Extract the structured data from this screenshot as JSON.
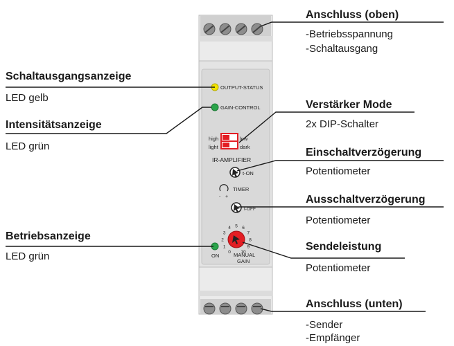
{
  "colors": {
    "led_yellow": "#f2e300",
    "led_green": "#2aa44a",
    "switch_red": "#e31e24",
    "pot_red": "#e31e24",
    "device_body": "#e8e8e8",
    "panel": "#d6d6d6"
  },
  "labels": {
    "anschluss_oben": {
      "title": "Anschluss (oben)",
      "lines": [
        "-Betriebsspannung",
        "-Schaltausgang"
      ]
    },
    "schaltausgang": {
      "title": "Schaltausgangsanzeige",
      "desc": "LED gelb"
    },
    "intensitaet": {
      "title": "Intensitätsanzeige",
      "desc": "LED grün"
    },
    "verstaerker": {
      "title": "Verstärker Mode",
      "desc": "2x DIP-Schalter"
    },
    "einschalt": {
      "title": "Einschaltverzögerung",
      "desc": "Potentiometer"
    },
    "ausschalt": {
      "title": "Ausschaltverzögerung",
      "desc": "Potentiometer"
    },
    "betrieb": {
      "title": "Betriebsanzeige",
      "desc": "LED grün"
    },
    "sendeleistung": {
      "title": "Sendeleistung",
      "desc": "Potentiometer"
    },
    "anschluss_unten": {
      "title": "Anschluss (unten)",
      "lines": [
        "-Sender",
        "-Empfänger"
      ]
    }
  },
  "device": {
    "output_status": "OUTPUT-STATUS",
    "gain_control": "GAIN-CONTROL",
    "high": "high",
    "low": "low",
    "light": "light",
    "dark": "dark",
    "ir_amplifier": "IR-AMPLIFIER",
    "t_on": "t-ON",
    "timer": "TIMER",
    "t_off": "t-OFF",
    "on": "ON",
    "manual": "MANUAL",
    "gain": "GAIN",
    "dial": [
      "0",
      "1",
      "2",
      "3",
      "4",
      "5",
      "6",
      "7",
      "8",
      "9",
      "10"
    ],
    "timer_minus": "-",
    "timer_plus": "+"
  }
}
